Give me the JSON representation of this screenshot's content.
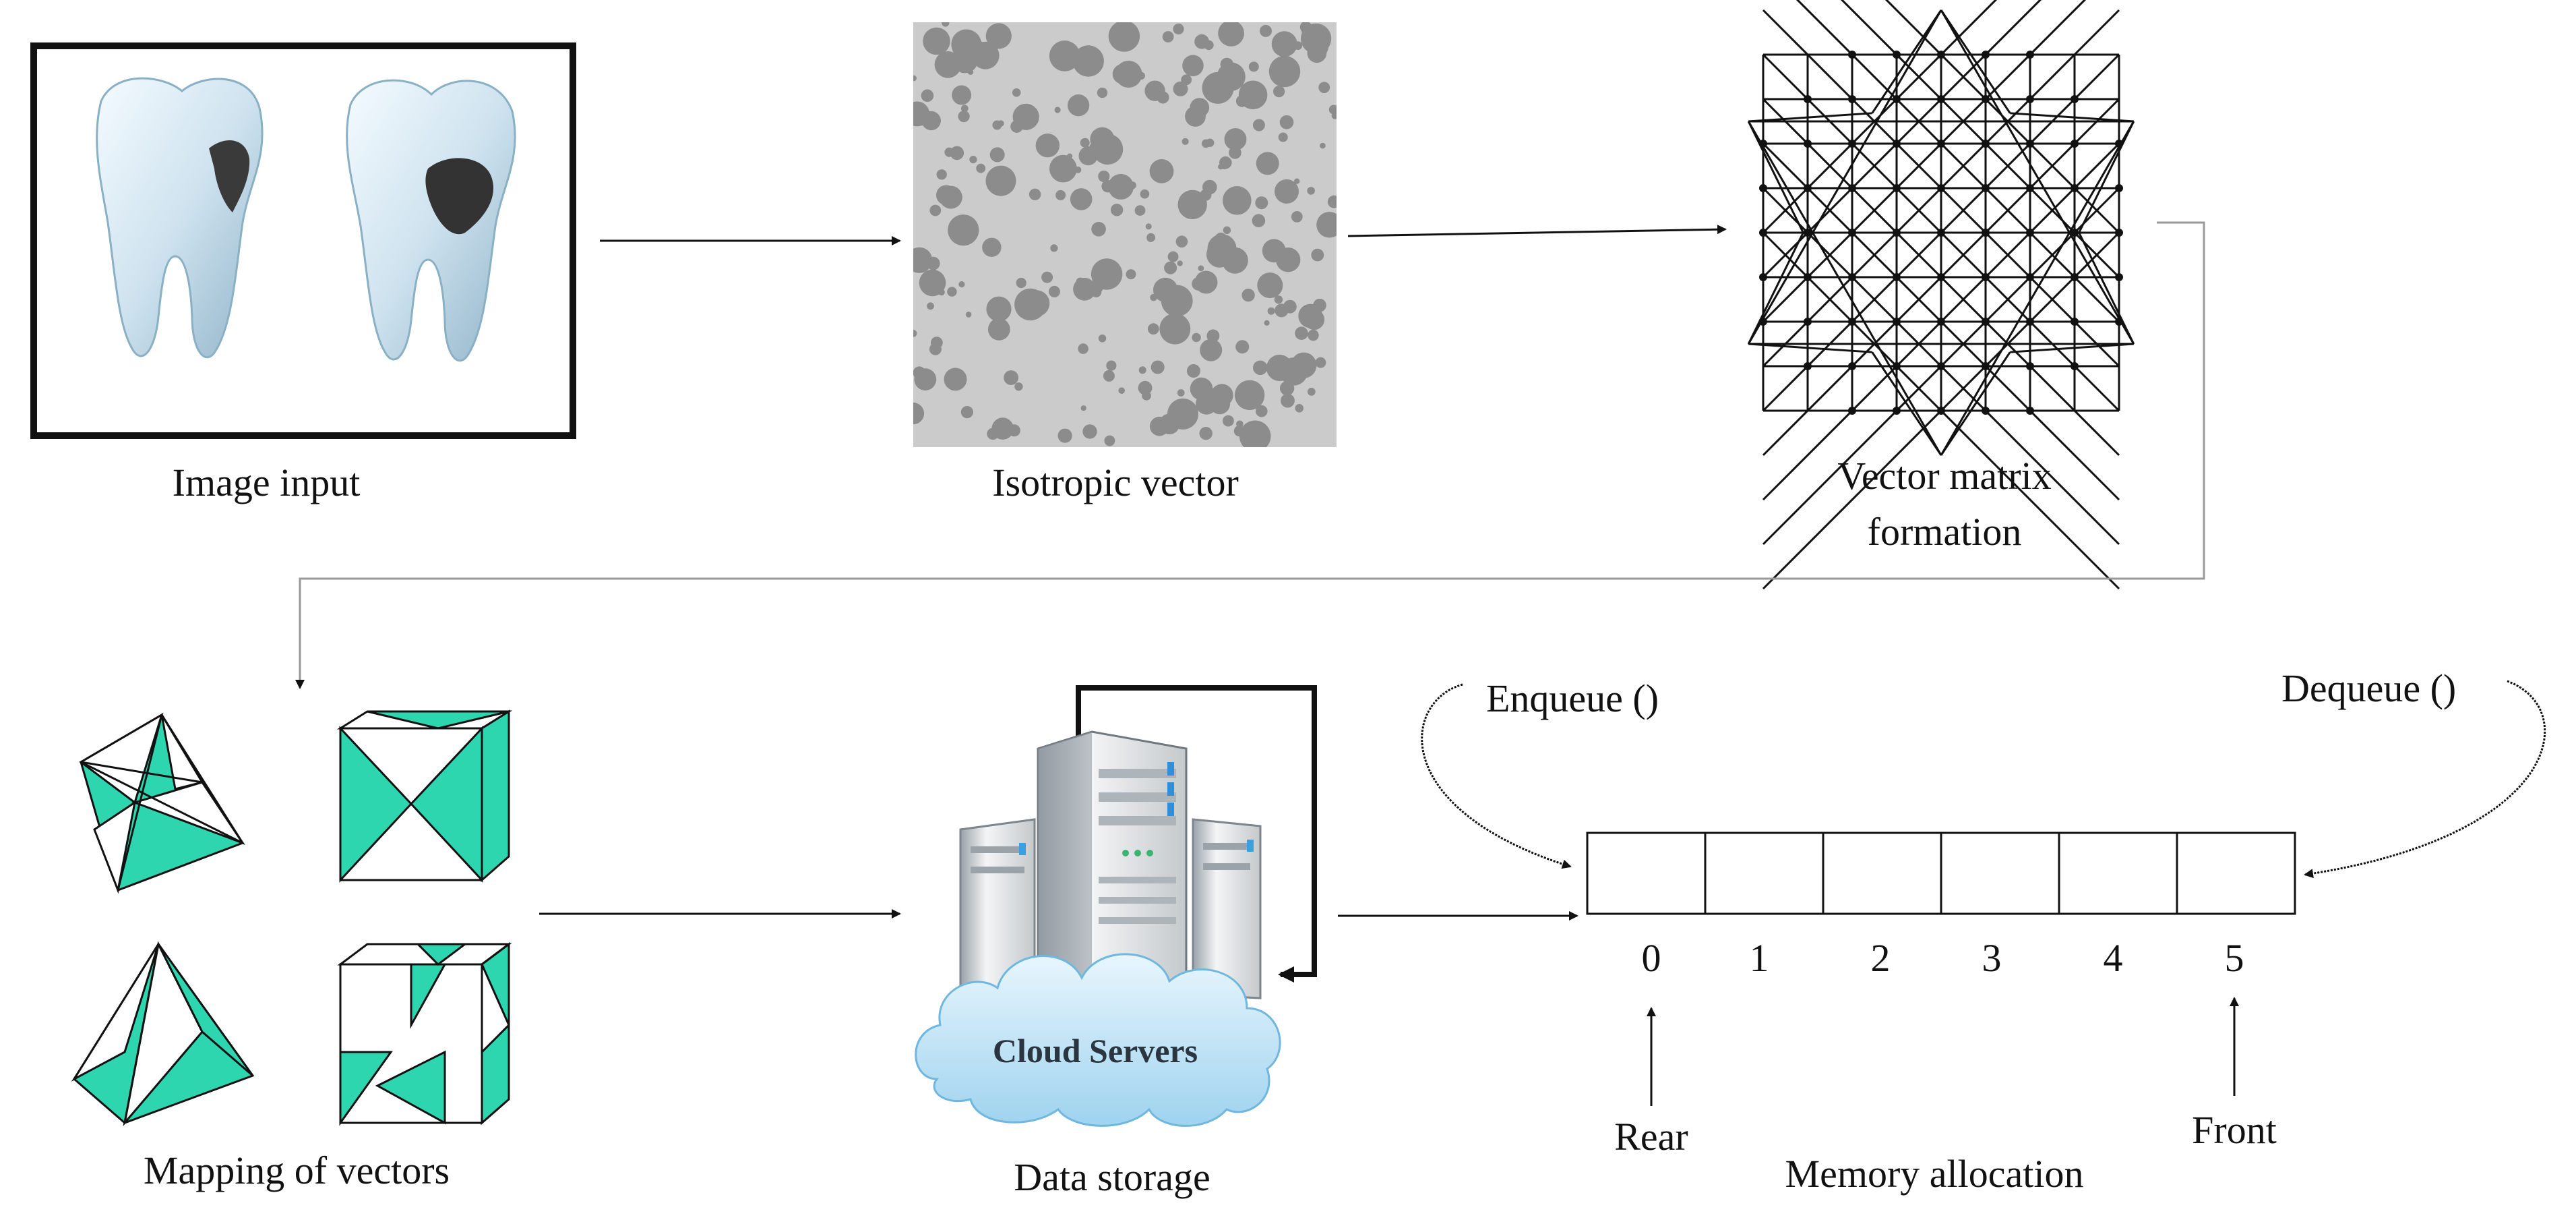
{
  "labels": {
    "image_input": "Image input",
    "isotropic_vector": "Isotropic vector",
    "vector_matrix_line1": "Vector matrix",
    "vector_matrix_line2": "formation",
    "mapping_of_vectors": "Mapping of vectors",
    "data_storage": "Data storage",
    "cloud_servers": "Cloud Servers",
    "memory_allocation": "Memory allocation",
    "enqueue": "Enqueue ()",
    "dequeue": "Dequeue ()",
    "rear": "Rear",
    "front": "Front"
  },
  "queue": {
    "indices": [
      "0",
      "1",
      "2",
      "3",
      "4",
      "5"
    ]
  },
  "colors": {
    "teal": "#2ed6b0",
    "dots": "#8c8c8c",
    "dots_bg": "#cbcbcb",
    "cloud": "#bfe4f7",
    "ink": "#111111"
  }
}
